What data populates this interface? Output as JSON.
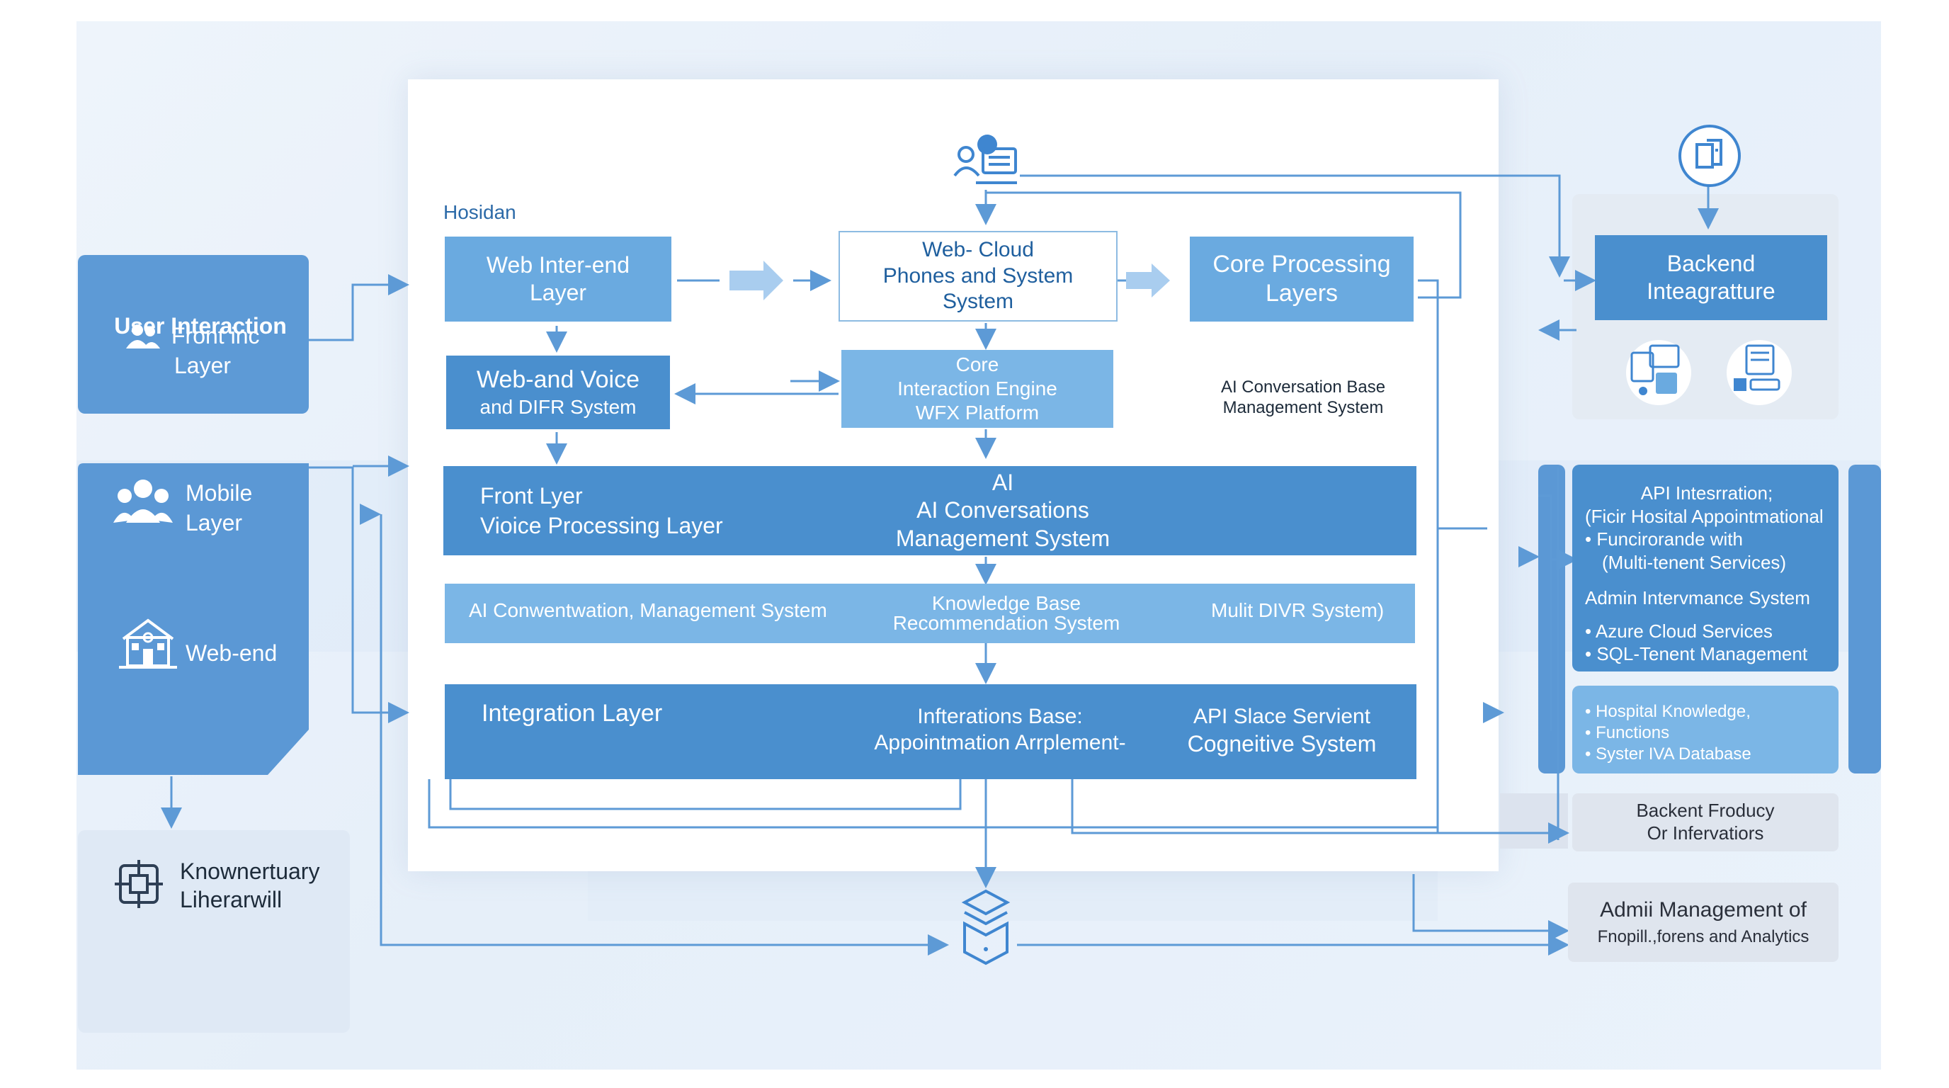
{
  "colors": {
    "primary_blue": "#4a8fce",
    "mid_blue": "#6aaae0",
    "light_blue": "#7bb6e6",
    "line_blue": "#5d9ad6",
    "panel_grey": "#dfe5ee"
  },
  "icons": {
    "top_center": "user-computer-icon",
    "top_right": "document-circle-icon",
    "user_layer": "users-icon",
    "mobile_layer": "group-icon",
    "web_end": "building-icon",
    "knowledge": "network-icon",
    "database": "stacked-boxes-icon",
    "backend_a": "devices-icon",
    "backend_b": "dashboard-icon"
  },
  "panel_label": "Hosidan",
  "left": {
    "user_interaction": [
      "User Interaction",
      "Front inc",
      "Layer"
    ],
    "mobile": [
      "Mobile",
      "Layer"
    ],
    "web_end": "Web-end",
    "knowledge": [
      "Knownertuary",
      "Liherarwill"
    ]
  },
  "row1": {
    "web_inter": [
      "Web Inter-end",
      "Layer"
    ],
    "web_cloud": [
      "Web- Cloud",
      "Phones and System",
      "System"
    ],
    "core_processing": [
      "Core Processing",
      "Layers"
    ]
  },
  "row2": {
    "web_voice": [
      "Web-and Voice",
      "and DIFR System"
    ],
    "core_engine": [
      "Core",
      "Interaction Engine",
      "WFX Platform"
    ],
    "ai_conv_base": [
      "AI Conversation Base",
      "Management System"
    ]
  },
  "band1": {
    "left": [
      "Front Lyer",
      "Vioice Processing Layer"
    ],
    "center": [
      "AI",
      "AI Conversations",
      "Management System"
    ]
  },
  "band2": {
    "left": "AI Conwentwation, Management System",
    "center": [
      "Knowledge Base",
      "Recommendation System"
    ],
    "right": "Mulit DIVR System)"
  },
  "band3": {
    "left": "Integration Layer",
    "center": [
      "Infterations Base:",
      "Appointmation Arrplement-"
    ],
    "right": [
      "API Slace Servient",
      "Cogneitive System"
    ]
  },
  "right": {
    "backend": [
      "Backend",
      "Inteagratture"
    ],
    "api_block": {
      "title": [
        "API Intesrration;",
        "(Ficir Hosital Appointmational"
      ],
      "bullets": [
        "Funcirorande with",
        "(Multi-tenent Services)"
      ],
      "admin": "Admin Intervmance System",
      "bullets2": [
        "Azure Cloud Services",
        "SQL-Tenent Management"
      ]
    },
    "hospital_block": [
      "Hospital Knowledge,",
      "Functions",
      "Syster IVA Database"
    ],
    "backent_grey": [
      "Backent Froducy",
      "Or Infervatiors"
    ],
    "admin_grey": [
      "Admii Management of",
      "Fnopill.,forens and Analytics"
    ]
  }
}
